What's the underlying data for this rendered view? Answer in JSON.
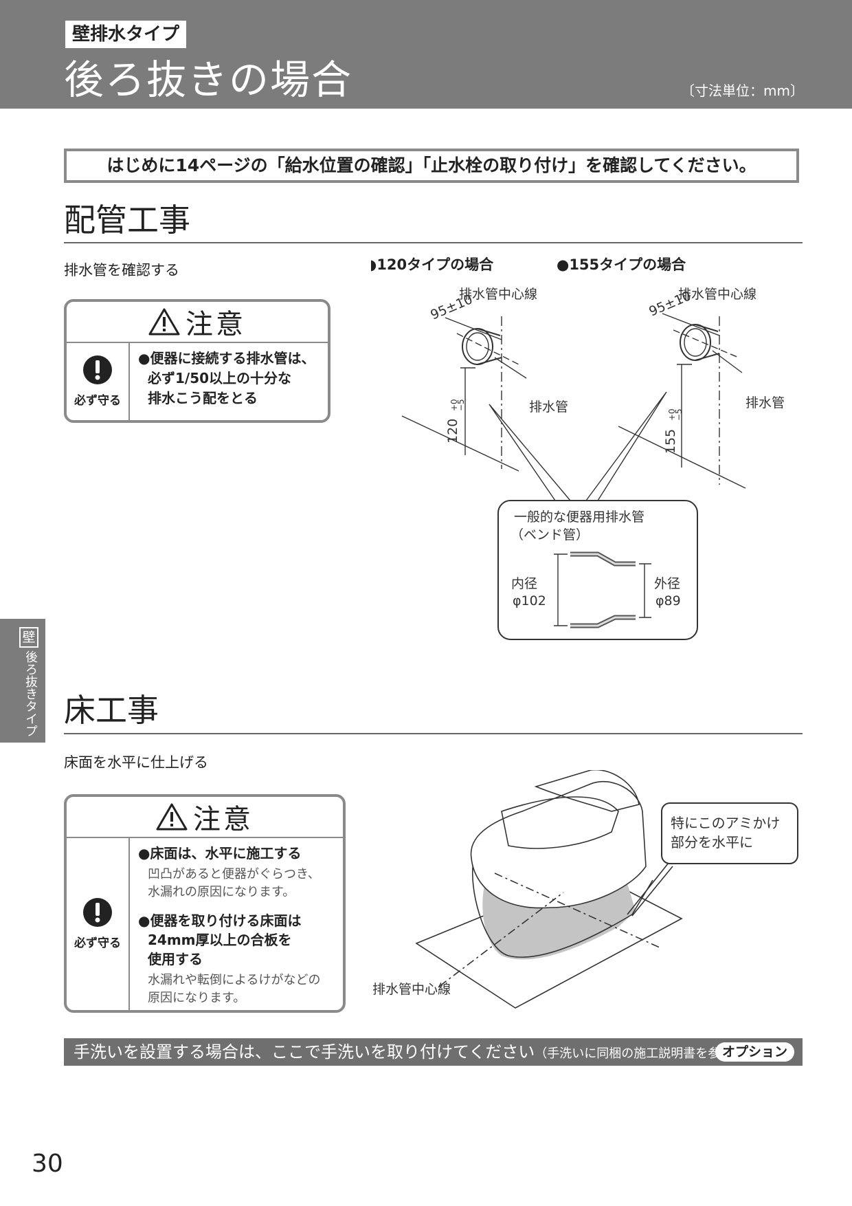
{
  "header": {
    "tag": "壁排水タイプ",
    "title": "後ろ抜きの場合",
    "unit": "〔寸法単位：mm〕"
  },
  "notice": "はじめに14ページの「給水位置の確認」「止水栓の取り付け」を確認してください。",
  "piping": {
    "title": "配管工事",
    "subtitle": "排水管を確認する",
    "caution": {
      "title": "注意",
      "must_label": "必ず守る",
      "text": [
        "●便器に接続する排水管は、",
        "必ず1/50以上の十分な",
        "排水こう配をとる"
      ]
    },
    "type120": {
      "heading": "●120タイプの場合",
      "centerline": "排水管中心線",
      "dim_horizontal": "95±10",
      "dim_vertical": "120",
      "tol_plus": "+0",
      "tol_minus": "−5",
      "pipe_label": "排水管"
    },
    "type155": {
      "heading": "●155タイプの場合",
      "centerline": "排水管中心線",
      "dim_horizontal": "95±10",
      "dim_vertical": "155",
      "tol_plus": "+0",
      "tol_minus": "−5",
      "pipe_label": "排水管"
    },
    "bend": {
      "line1": "一般的な便器用排水管",
      "line2": "（ベンド管）",
      "inner_label": "内径",
      "inner_value": "φ102",
      "outer_label": "外径",
      "outer_value": "φ89"
    }
  },
  "floor": {
    "title": "床工事",
    "subtitle": "床面を水平に仕上げる",
    "caution": {
      "title": "注意",
      "must_label": "必ず守る",
      "item1_bold": "●床面は、水平に施工する",
      "item1_sub": [
        "凹凸があると便器がぐらつき、",
        "水漏れの原因になります。"
      ],
      "item2_bold": [
        "●便器を取り付ける床面は",
        "24mm厚以上の合板を",
        "使用する"
      ],
      "item2_sub": [
        "水漏れや転倒によるけがなどの",
        "原因になります。"
      ]
    },
    "callout": [
      "特にこのアミかけ",
      "部分を水平に"
    ],
    "centerline": "排水管中心線"
  },
  "bottom_bar": {
    "main": "手洗いを設置する場合は、ここで手洗いを取り付けてください",
    "small": "（手洗いに同梱の施工説明書を参照）",
    "option": "オプション"
  },
  "sidetab": {
    "boxed": "壁",
    "text": "後ろ抜きタイプ"
  },
  "page_number": "30"
}
